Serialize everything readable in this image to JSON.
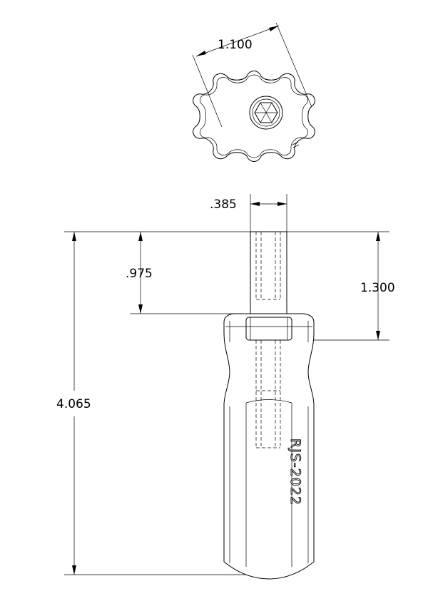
{
  "dimensions": {
    "knob_diameter": "1.100",
    "shaft_width": ".385",
    "shaft_length": ".975",
    "shaft_extension": "1.300",
    "overall_length": "4.065"
  },
  "part_marking": "RJS-2022"
}
